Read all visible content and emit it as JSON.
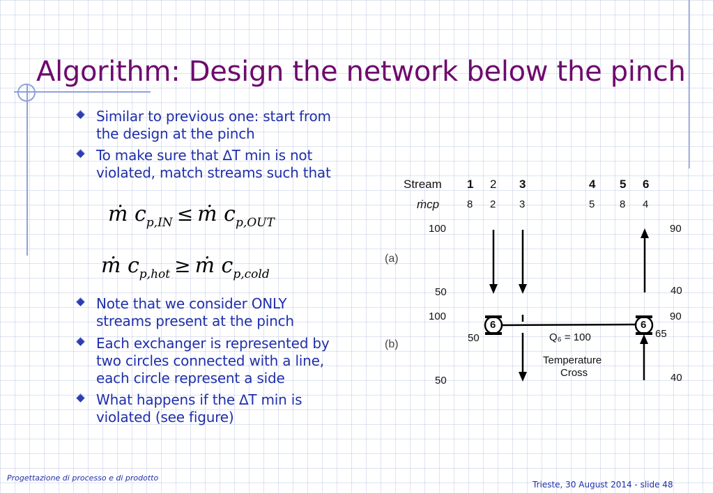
{
  "slide": {
    "title": "Algorithm: Design the network below the pinch",
    "bullets": [
      "Similar to previous one: start from\nthe design at the pinch",
      "To make sure that ∆T min is not\nviolated, match streams such that",
      "Note that we consider ONLY\nstreams present at the pinch",
      "Each exchanger is represented by\ntwo circles connected with a line,\neach circle represent a side",
      "What happens if the ∆T min is\nviolated (see figure)"
    ],
    "formulas": {
      "f1": {
        "lhs_sub": "p,IN",
        "rel": "≤",
        "rhs_sub": "p,OUT"
      },
      "f2": {
        "lhs_sub": "p,hot",
        "rel": "≥",
        "rhs_sub": "p,cold"
      }
    }
  },
  "figure": {
    "header_label": "Stream",
    "mcp_label": "ṁcp",
    "streams": [
      "1",
      "2",
      "3",
      "4",
      "5",
      "6"
    ],
    "mcp_values": [
      "8",
      "2",
      "3",
      "5",
      "8",
      "4"
    ],
    "part_a": {
      "label": "(a)",
      "left_top": "100",
      "left_bottom": "50",
      "right_top": "90",
      "right_bottom": "40"
    },
    "part_b": {
      "label": "(b)",
      "left_top": "100",
      "left_bottom": "50",
      "right_top": "90",
      "right_bottom": "40",
      "exchanger_id": "6",
      "exchanger_id_right": "6",
      "left_temp": "50",
      "right_temp": "65",
      "duty": "Q₆ = 100",
      "cross_line1": "Temperature",
      "cross_line2": "Cross"
    }
  },
  "footer": {
    "course": "Progettazione di processo e di prodotto",
    "slide_info": "Trieste,  30 August 2014 - slide 48"
  }
}
